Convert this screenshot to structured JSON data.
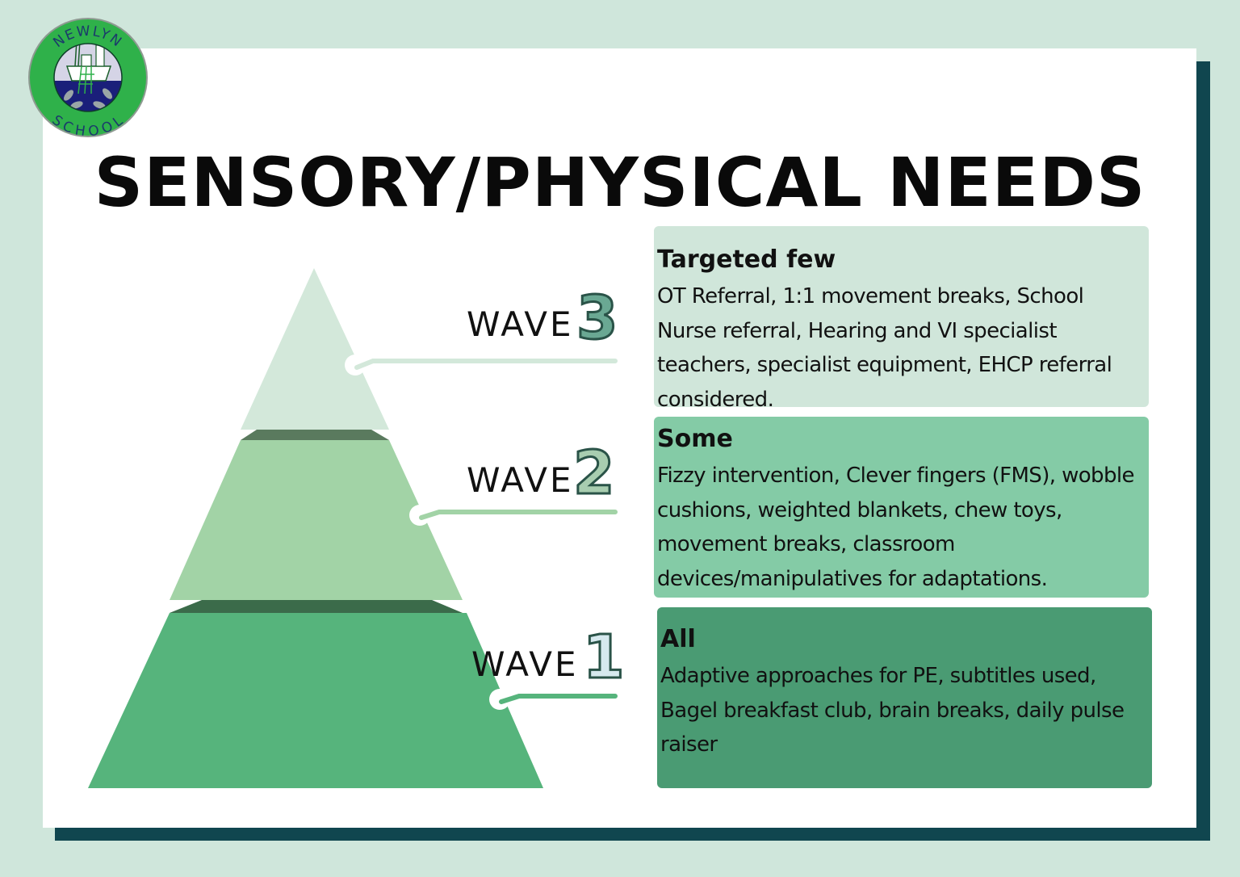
{
  "logo": {
    "top_text": "NEWLYN",
    "bottom_text": "SCHOOL",
    "colors": {
      "ring": "#2fb14a",
      "sky": "#d5d4e6",
      "sea": "#1a1f7a",
      "fish": "#9aa6a6"
    }
  },
  "title": "SENSORY/PHYSICAL NEEDS",
  "colors": {
    "background": "#cfe6db",
    "card": "#ffffff",
    "card_shadow": "#10464f",
    "tier3": "#d3e8da",
    "tier2": "#a2d3a6",
    "tier1": "#56b47c",
    "band_upper": "#5a7a5e",
    "band_lower": "#3b6b4a",
    "box3": "#d0e6da",
    "box2": "#84cba6",
    "box1": "#4a9b73"
  },
  "waves": [
    {
      "label": "WAVE",
      "number": "3",
      "number_color": "#6aa893",
      "connector_color": "#d3e8da",
      "heading": "Targeted few",
      "body": "OT Referral, 1:1 movement breaks, School Nurse referral, Hearing and VI specialist teachers, specialist equipment, EHCP referral considered."
    },
    {
      "label": "WAVE",
      "number": "2",
      "number_color": "#a8cdb0",
      "connector_color": "#a2d3a6",
      "heading": "Some",
      "body": "Fizzy intervention, Clever fingers (FMS), wobble cushions, weighted blankets, chew toys, movement breaks, classroom devices/manipulatives for adaptations."
    },
    {
      "label": "WAVE",
      "number": "1",
      "number_color": "#d6e9ee",
      "connector_color": "#56b47c",
      "heading": "All",
      "body": "Adaptive approaches for PE, subtitles used, Bagel breakfast club, brain breaks, daily pulse raiser"
    }
  ]
}
